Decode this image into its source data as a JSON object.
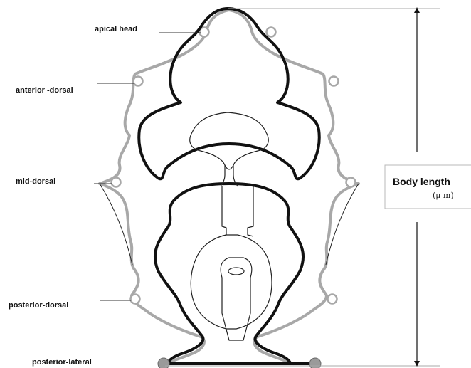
{
  "labels": {
    "apical_head": "apical head",
    "anterior_dorsal": "anterior -dorsal",
    "mid_dorsal": "mid-dorsal",
    "posterior_dorsal": "posterior-dorsal",
    "posterior_lateral": "posterior-lateral"
  },
  "measure": {
    "title": "Body length",
    "unit": "(μ m)"
  },
  "colors": {
    "black_outline": "#111111",
    "gray_outline": "#a8a8a8",
    "thin_line": "#222222",
    "node_fill": "#9a9a9a",
    "leader": "#333333",
    "box_border": "#b8b8b8"
  }
}
